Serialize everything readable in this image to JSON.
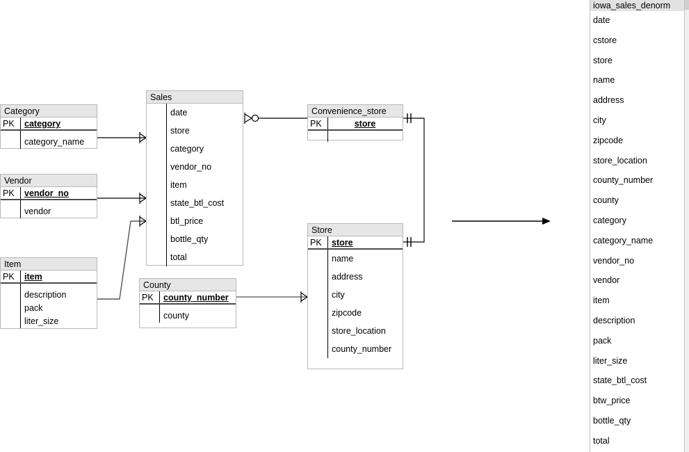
{
  "diagram": {
    "title": "iowa_sales_denorm ER diagram",
    "entities": [
      {
        "id": "category",
        "name": "Category",
        "pk_tag": "PK",
        "pk_field": "category",
        "attributes": [
          "category_name"
        ]
      },
      {
        "id": "vendor",
        "name": "Vendor",
        "pk_tag": "PK",
        "pk_field": "vendor_no",
        "attributes": [
          "vendor"
        ]
      },
      {
        "id": "item",
        "name": "Item",
        "pk_tag": "PK",
        "pk_field": "item",
        "attributes": [
          "description",
          "pack",
          "liter_size"
        ]
      },
      {
        "id": "sales",
        "name": "Sales",
        "pk_tag": "",
        "pk_field": "",
        "attributes": [
          "date",
          "store",
          "category",
          "vendor_no",
          "item",
          "state_btl_cost",
          "btl_price",
          "bottle_qty",
          "total"
        ]
      },
      {
        "id": "county",
        "name": "County",
        "pk_tag": "PK",
        "pk_field": "county_number",
        "attributes": [
          "county"
        ]
      },
      {
        "id": "convenience_store",
        "name": "Convenience_store",
        "pk_tag": "PK",
        "pk_field": "store",
        "attributes": []
      },
      {
        "id": "store",
        "name": "Store",
        "pk_tag": "PK",
        "pk_field": "store",
        "attributes": [
          "name",
          "address",
          "city",
          "zipcode",
          "store_location",
          "county_number"
        ]
      }
    ],
    "relationships": [
      {
        "from": "category",
        "to": "sales",
        "from_cardinality": "one",
        "to_cardinality": "many"
      },
      {
        "from": "vendor",
        "to": "sales",
        "from_cardinality": "one",
        "to_cardinality": "many"
      },
      {
        "from": "item",
        "to": "sales",
        "from_cardinality": "one",
        "to_cardinality": "many"
      },
      {
        "from": "sales",
        "to": "convenience_store",
        "from_cardinality": "zero-or-many",
        "to_cardinality": "one"
      },
      {
        "from": "county",
        "to": "store",
        "from_cardinality": "one",
        "to_cardinality": "many"
      },
      {
        "from": "convenience_store",
        "to": "store",
        "from_cardinality": "one-and-only-one",
        "to_cardinality": "one-and-only-one"
      }
    ],
    "denormalization_arrow": {
      "label": "",
      "direction": "right"
    }
  },
  "field_panel": {
    "header": "iowa_sales_denorm",
    "fields": [
      "date",
      "cstore",
      "store",
      "name",
      "address",
      "city",
      "zipcode",
      "store_location",
      "county_number",
      "county",
      "category",
      "category_name",
      "vendor_no",
      "vendor",
      "item",
      "description",
      "pack",
      "liter_size",
      "state_btl_cost",
      "btw_price",
      "bottle_qty",
      "total"
    ]
  },
  "colors": {
    "header_fill": "#e6e6e6",
    "panel_header_fill": "#e2e2e2",
    "border": "#b8b8b8",
    "line": "#000000",
    "pk_underline": "#4a4a4a"
  }
}
